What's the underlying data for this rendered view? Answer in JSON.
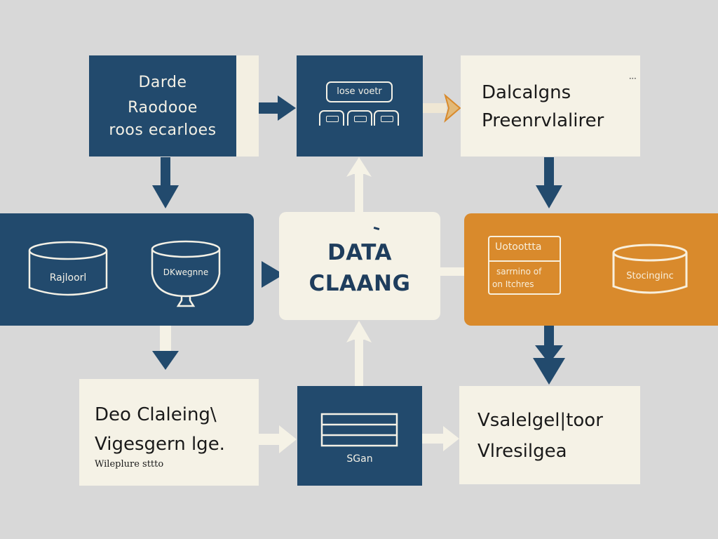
{
  "diagram": {
    "title": "DATA CLAANG",
    "colors": {
      "background": "#d8d8d8",
      "navy": "#224a6d",
      "cream": "#f5f2e6",
      "orange": "#d98a2c",
      "text_dark": "#1a1a1a"
    },
    "nodes": {
      "data_sources": {
        "lines": [
          "Darde",
          "Raodooe",
          "roos ecarloes"
        ]
      },
      "ingestion_ui": {
        "pill_label": "lose voetr",
        "tab_icons": [
          "tab-icon",
          "tab-icon",
          "tab-icon"
        ]
      },
      "preprocessor": {
        "lines": [
          "Dalcalgns",
          "Preenrvlalirer"
        ]
      },
      "storage_left": {
        "cylinders": [
          {
            "label": "Rajloorl",
            "icon": "database-icon"
          },
          {
            "label": "DKwegnne",
            "icon": "database-bowl-icon"
          }
        ]
      },
      "data_cleaning": {
        "lines": [
          "DATA",
          "CLAANG"
        ]
      },
      "validation_panel": {
        "card_header": "Uotoottta",
        "card_body": [
          "sarrnino of",
          "on Itchres"
        ],
        "cylinder_label": "Stocinginc"
      },
      "cleaning_report": {
        "lines": [
          "Deo Claleing\\",
          "Vigesgern lge.",
          "Wileplure sttto"
        ]
      },
      "scan_module": {
        "label": "SGan",
        "icon": "list-rows-icon"
      },
      "visualization": {
        "lines": [
          "Vsalelgel|toor",
          "Vlresilgea"
        ]
      }
    },
    "edges": [
      {
        "from": "data_sources",
        "to": "ingestion_ui",
        "style": "navy-arrow-right"
      },
      {
        "from": "ingestion_ui",
        "to": "preprocessor",
        "style": "orange-outline-arrow-right"
      },
      {
        "from": "data_sources",
        "to": "storage_left",
        "style": "navy-arrow-down"
      },
      {
        "from": "preprocessor",
        "to": "validation_panel",
        "style": "navy-arrow-down"
      },
      {
        "from": "storage_left",
        "to": "data_cleaning",
        "style": "navy-arrowhead-right"
      },
      {
        "from": "data_cleaning",
        "to": "ingestion_ui",
        "style": "cream-arrow-up"
      },
      {
        "from": "data_cleaning",
        "to": "validation_panel",
        "style": "cream-connector"
      },
      {
        "from": "storage_left",
        "to": "cleaning_report",
        "style": "cream-navy-arrow-down"
      },
      {
        "from": "validation_panel",
        "to": "visualization",
        "style": "navy-double-arrow-down"
      },
      {
        "from": "cleaning_report",
        "to": "scan_module",
        "style": "cream-arrow-right"
      },
      {
        "from": "scan_module",
        "to": "data_cleaning",
        "style": "cream-arrow-up"
      },
      {
        "from": "scan_module",
        "to": "visualization",
        "style": "cream-arrow-right"
      }
    ]
  }
}
